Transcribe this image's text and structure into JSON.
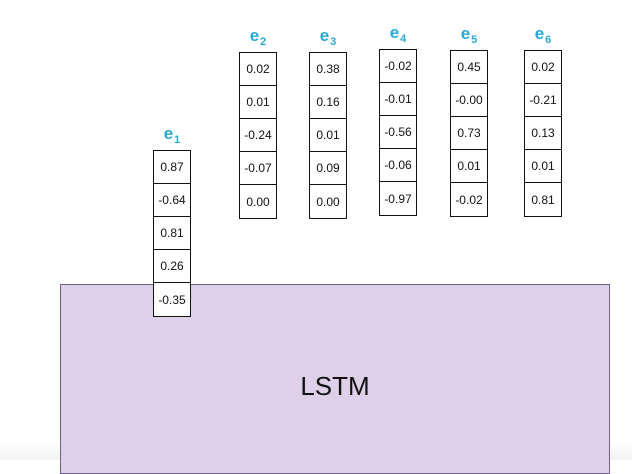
{
  "lstm": {
    "label": "LSTM"
  },
  "vectors": [
    {
      "name": "e",
      "sub": "1",
      "values": [
        "0.87",
        "-0.64",
        "0.81",
        "0.26",
        "-0.35"
      ]
    },
    {
      "name": "e",
      "sub": "2",
      "values": [
        "0.02",
        "0.01",
        "-0.24",
        "-0.07",
        "0.00"
      ]
    },
    {
      "name": "e",
      "sub": "3",
      "values": [
        "0.38",
        "0.16",
        "0.01",
        "0.09",
        "0.00"
      ]
    },
    {
      "name": "e",
      "sub": "4",
      "values": [
        "-0.02",
        "-0.01",
        "-0.56",
        "-0.06",
        "-0.97"
      ]
    },
    {
      "name": "e",
      "sub": "5",
      "values": [
        "0.45",
        "-0.00",
        "0.73",
        "0.01",
        "-0.02"
      ]
    },
    {
      "name": "e",
      "sub": "6",
      "values": [
        "0.02",
        "-0.21",
        "0.13",
        "0.01",
        "0.81"
      ]
    }
  ],
  "colors": {
    "label": "#29a9d6",
    "lstm_fill": "#ddd0e8",
    "lstm_border": "#6f6187"
  }
}
